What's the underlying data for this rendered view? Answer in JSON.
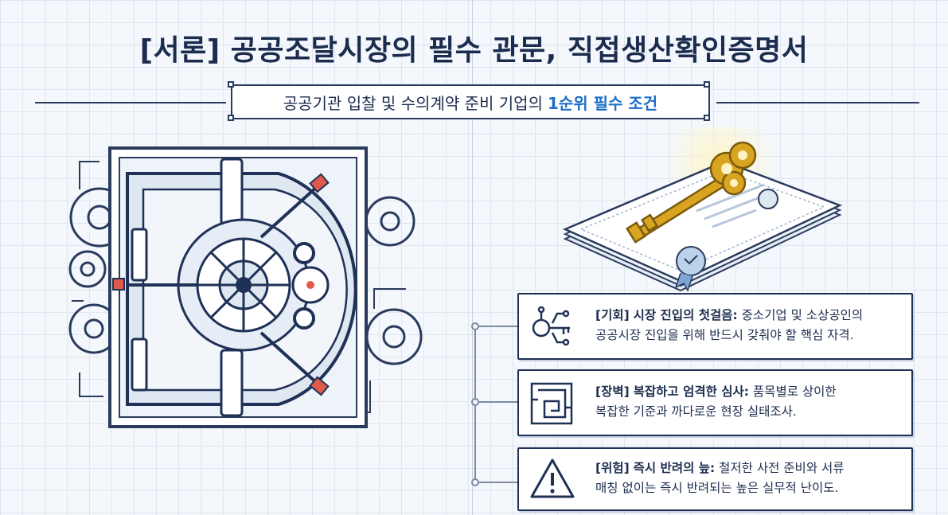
{
  "title": "[서론] 공공조달시장의 필수 관문, 직접생산확인증명서",
  "subtitle": {
    "text": "공공기관 입찰 및 수의계약 준비 기업의",
    "highlight": "1순위 필수 조건"
  },
  "illustrations": {
    "left": "vault-icon",
    "right": "key-on-certificate-icon"
  },
  "cards": [
    {
      "icon": "key-circuit-icon",
      "tag": "[기회]",
      "heading": "시장 진입의 첫걸음:",
      "line1_rest": "중소기업 및 소상공인의",
      "line2": "공공시장 진입을 위해 반드시 갖춰야 할 핵심 자격."
    },
    {
      "icon": "maze-icon",
      "tag": "[장벽]",
      "heading": "복잡하고 엄격한 심사:",
      "line1_rest": "품목별로 상이한",
      "line2": "복잡한 기준과 까다로운 현장 실태조사."
    },
    {
      "icon": "warning-icon",
      "tag": "[위험]",
      "heading": "즉시 반려의 늪:",
      "line1_rest": "철저한 사전 준비와 서류",
      "line2": "매칭 없이는 즉시 반려되는 높은 실무적 난이도."
    }
  ],
  "colors": {
    "navy": "#1b2c4e",
    "accent_blue": "#1e6fc8",
    "gold": "#d9a521",
    "alert_red": "#e05a4a"
  }
}
